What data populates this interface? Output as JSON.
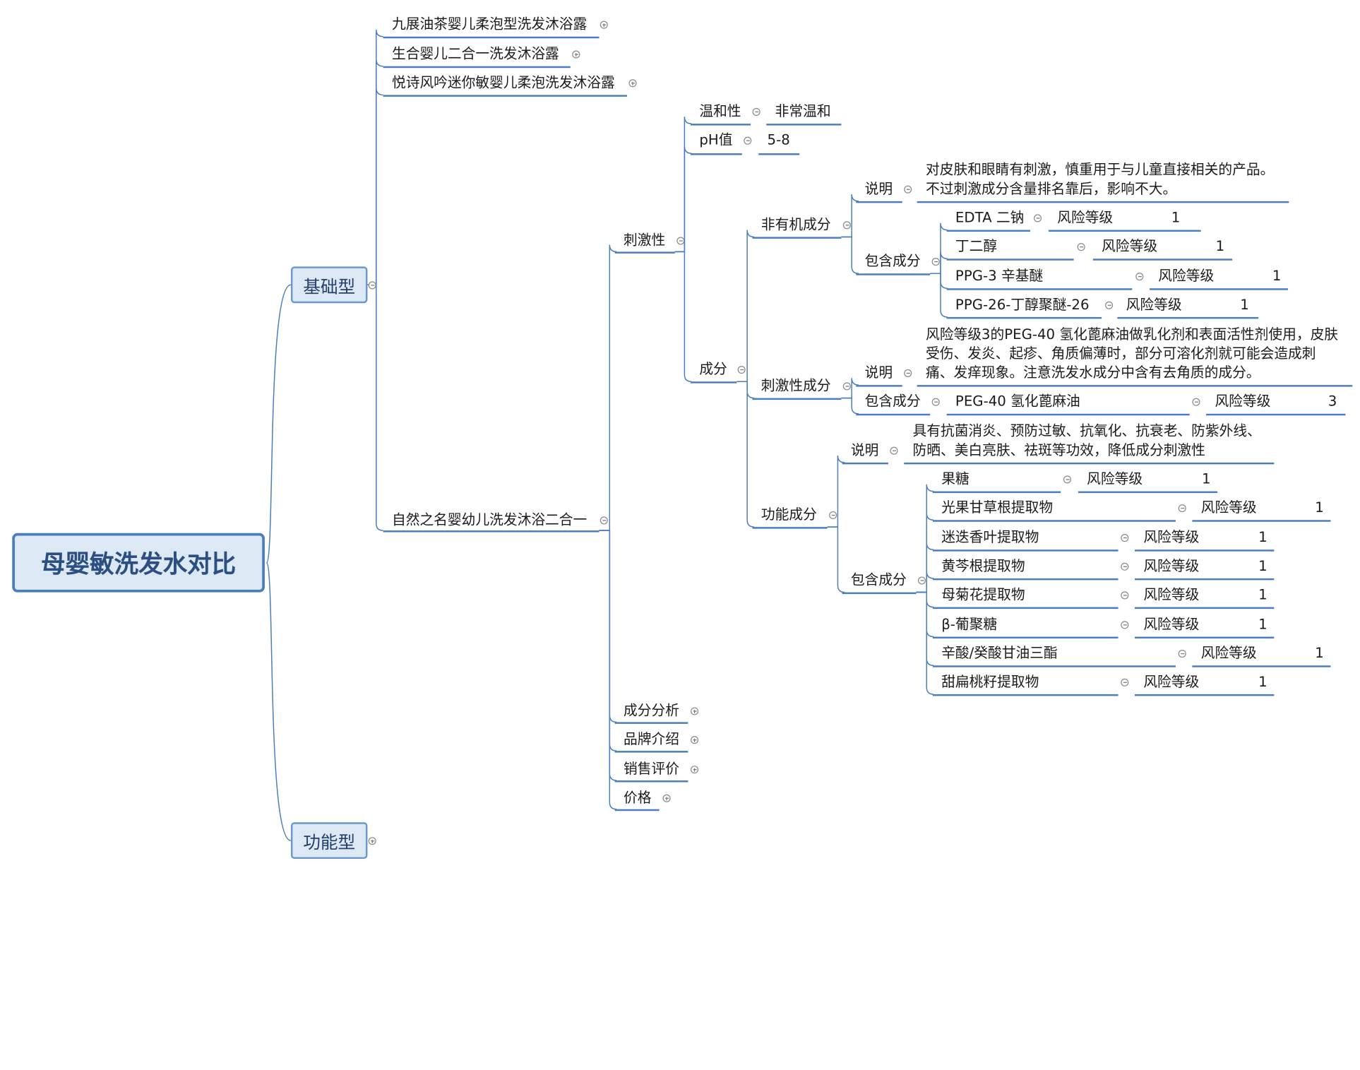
{
  "root": "母婴敏洗发水对比",
  "basic": {
    "label": "基础型",
    "products": [
      "九展油茶婴儿柔泡型洗发沐浴露",
      "生合婴儿二合一洗发沐浴露",
      "悦诗风吟迷你敏婴儿柔泡洗发沐浴露"
    ],
    "main_product": "自然之名婴幼儿洗发沐浴二合一"
  },
  "functional": {
    "label": "功能型"
  },
  "attributes": [
    "刺激性",
    "成分分析",
    "品牌介绍",
    "销售评价",
    "价格"
  ],
  "irritation": {
    "mildness": {
      "label": "温和性",
      "value": "非常温和"
    },
    "ph": {
      "label": "pH值",
      "value": "5-8"
    },
    "ingredients_label": "成分"
  },
  "inorganic": {
    "label": "非有机成分",
    "desc_label": "说明",
    "desc": [
      "对皮肤和眼睛有刺激，慎重用于与儿童直接相关的产品。",
      "不过刺激成分含量排名靠后，影响不大。"
    ],
    "contains_label": "包含成分",
    "items": [
      {
        "name": "EDTA 二钠",
        "risk_label": "风险等级",
        "risk": "1"
      },
      {
        "name": "丁二醇",
        "risk_label": "风险等级",
        "risk": "1"
      },
      {
        "name": "PPG-3 辛基醚",
        "risk_label": "风险等级",
        "risk": "1"
      },
      {
        "name": "PPG-26-丁醇聚醚-26",
        "risk_label": "风险等级",
        "risk": "1"
      }
    ]
  },
  "irritant": {
    "label": "刺激性成分",
    "desc_label": "说明",
    "desc": [
      "风险等级3的PEG-40 氢化蓖麻油做乳化剂和表面活性剂使用，皮肤",
      "受伤、发炎、起疹、角质偏薄时，部分可溶化剂就可能会造成刺",
      "痛、发痒现象。注意洗发水成分中含有去角质的成分。"
    ],
    "contains_label": "包含成分",
    "items": [
      {
        "name": "PEG-40 氢化蓖麻油",
        "risk_label": "风险等级",
        "risk": "3"
      }
    ]
  },
  "functional_ing": {
    "label": "功能成分",
    "desc_label": "说明",
    "desc": [
      "具有抗菌消炎、预防过敏、抗氧化、抗衰老、防紫外线、",
      "防晒、美白亮肤、祛斑等功效，降低成分刺激性"
    ],
    "contains_label": "包含成分",
    "items": [
      {
        "name": "果糖",
        "risk_label": "风险等级",
        "risk": "1"
      },
      {
        "name": "光果甘草根提取物",
        "risk_label": "风险等级",
        "risk": "1"
      },
      {
        "name": "迷迭香叶提取物",
        "risk_label": "风险等级",
        "risk": "1"
      },
      {
        "name": "黄芩根提取物",
        "risk_label": "风险等级",
        "risk": "1"
      },
      {
        "name": "母菊花提取物",
        "risk_label": "风险等级",
        "risk": "1"
      },
      {
        "name": "β-葡聚糖",
        "risk_label": "风险等级",
        "risk": "1"
      },
      {
        "name": "辛酸/癸酸甘油三酯",
        "risk_label": "风险等级",
        "risk": "1"
      },
      {
        "name": "甜扁桃籽提取物",
        "risk_label": "风险等级",
        "risk": "1"
      }
    ]
  },
  "colors": {
    "line": "#4a7dbf",
    "root_fill": "#dde8f5",
    "text": "#1a1a1a"
  }
}
